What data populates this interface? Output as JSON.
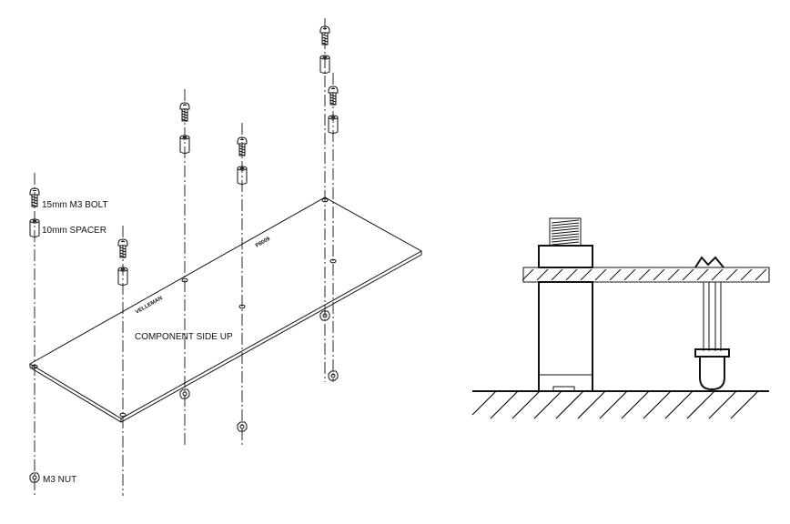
{
  "labels": {
    "bolt": "15mm M3 BOLT",
    "spacer": "10mm SPACER",
    "side": "COMPONENT SIDE UP",
    "nut": "M3 NUT",
    "brand": "VELLEMAN",
    "code": "P8009"
  }
}
